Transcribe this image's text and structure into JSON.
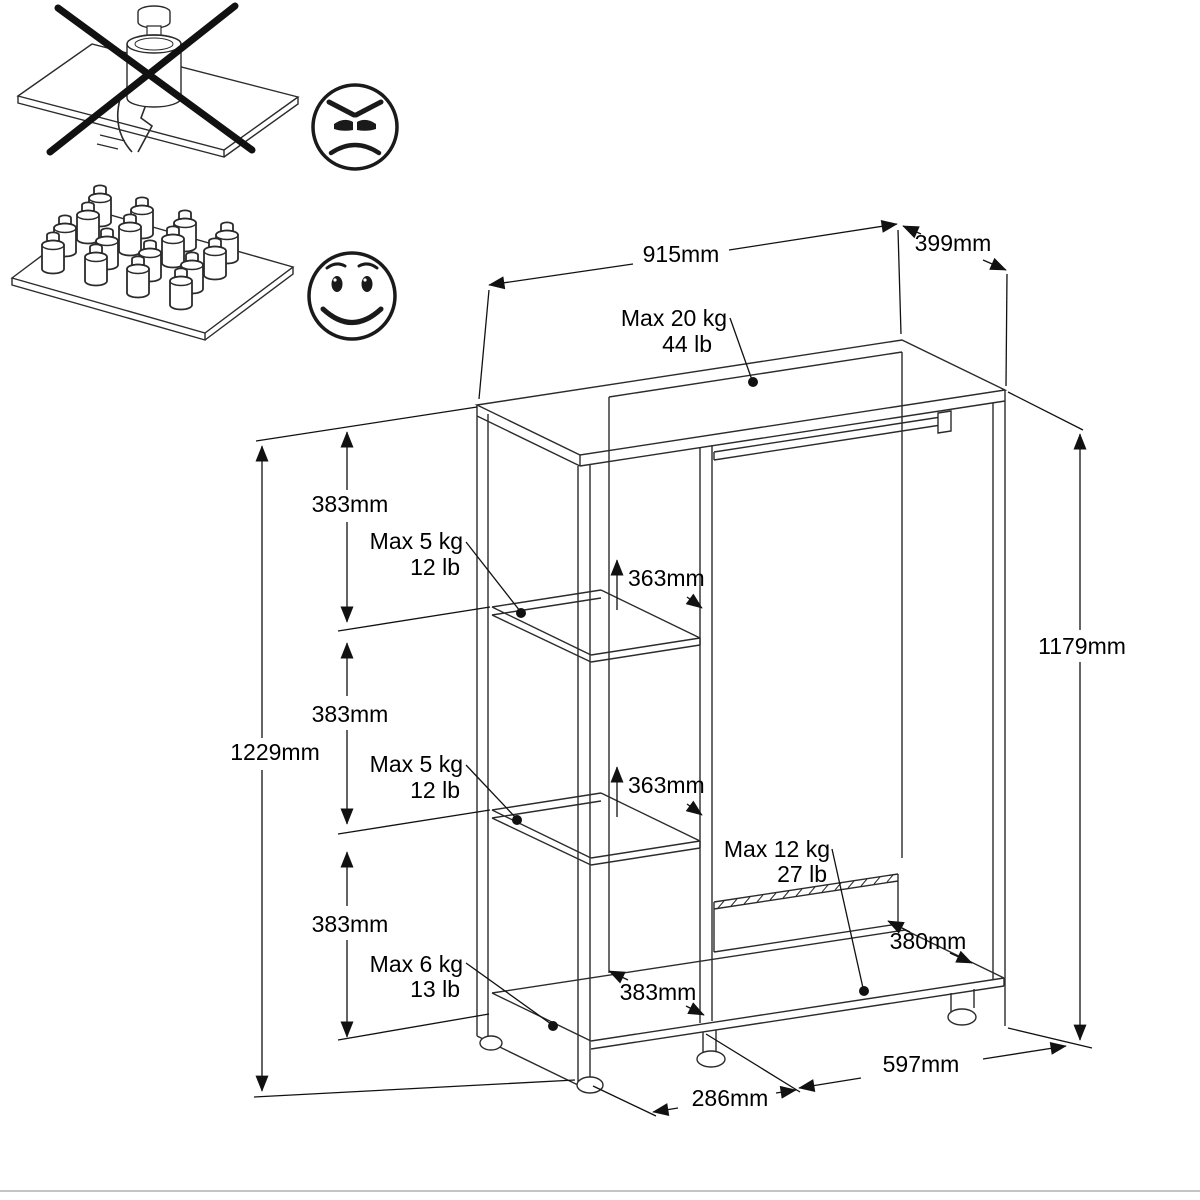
{
  "page": {
    "background": "#ffffff",
    "border_bottom_color": "#c4c4c4",
    "line_color": "#2b2b2b"
  },
  "warnings": {
    "bad": {
      "meaning": "do-not-place-single-heavy-load",
      "face": "angry-face"
    },
    "good": {
      "meaning": "distribute-load-evenly",
      "face": "smiley-face"
    }
  },
  "dimensions": {
    "top_width": "915mm",
    "top_depth": "399mm",
    "left_total_height": "1229mm",
    "left_section_1": "383mm",
    "left_section_2": "383mm",
    "left_section_3": "383mm",
    "clearance_1": "363mm",
    "clearance_2": "363mm",
    "right_height": "1179mm",
    "right_depth": "380mm",
    "bottom_depth": "383mm",
    "bottom_left_width": "286mm",
    "bottom_right_width": "597mm"
  },
  "load_limits": {
    "top": {
      "metric": "Max 20 kg",
      "imperial": "44 lb"
    },
    "shelf_upper": {
      "metric": "Max 5 kg",
      "imperial": "12 lb"
    },
    "shelf_middle": {
      "metric": "Max 5 kg",
      "imperial": "12 lb"
    },
    "shelf_bottom": {
      "metric": "Max 6 kg",
      "imperial": "13 lb"
    },
    "wardrobe_floor": {
      "metric": "Max 12 kg",
      "imperial": "27 lb"
    }
  }
}
